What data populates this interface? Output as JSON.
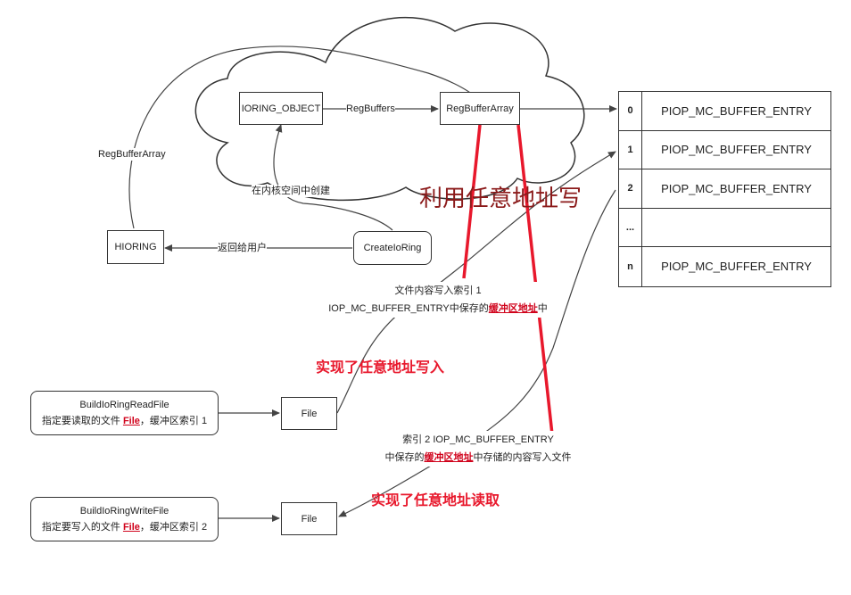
{
  "nodes": {
    "ioring_object": "IORING_OBJECT",
    "reg_buffer_array": "RegBufferArray",
    "hioring": "HIORING",
    "create_ioring": "CreateIoRing",
    "build_read_line1": "BuildIoRingReadFile",
    "build_read_line2_pre": "指定要读取的文件 ",
    "build_read_line2_file": "File",
    "build_read_line2_post": "，缓冲区索引 1",
    "build_write_line1": "BuildIoRingWriteFile",
    "build_write_line2_pre": "指定要写入的文件 ",
    "build_write_line2_file": "File",
    "build_write_line2_post": "，缓冲区索引 2",
    "file_read": "File",
    "file_write": "File"
  },
  "edge_labels": {
    "reg_buffers": "RegBuffers",
    "reg_buffer_array_left": "RegBufferArray",
    "kernel_create": "在内核空间中创建",
    "return_user": "返回给用户",
    "write_index1_line1": "文件内容写入索引 1",
    "write_index1_line2_pre": "IOP_MC_BUFFER_ENTRY中保存的",
    "write_index1_line2_hl": "缓冲区地址",
    "write_index1_line2_post": "中",
    "read_index2_line1": "索引 2 IOP_MC_BUFFER_ENTRY",
    "read_index2_line2_pre": "中保存的",
    "read_index2_line2_hl": "缓冲区地址",
    "read_index2_line2_post": "中存储的内容写入文件"
  },
  "annotations": {
    "arbitrary_write_headline": "利用任意地址写",
    "achieved_write": "实现了任意地址写入",
    "achieved_read": "实现了任意地址读取"
  },
  "table": {
    "rows": [
      {
        "index": "0",
        "value": "PIOP_MC_BUFFER_ENTRY"
      },
      {
        "index": "1",
        "value": "PIOP_MC_BUFFER_ENTRY"
      },
      {
        "index": "2",
        "value": "PIOP_MC_BUFFER_ENTRY"
      },
      {
        "index": "...",
        "value": ""
      },
      {
        "index": "n",
        "value": "PIOP_MC_BUFFER_ENTRY"
      }
    ]
  },
  "colors": {
    "line": "#444444",
    "red_mark": "#e8182c",
    "headline": "#8b1a1a",
    "highlight": "#d0021b"
  }
}
